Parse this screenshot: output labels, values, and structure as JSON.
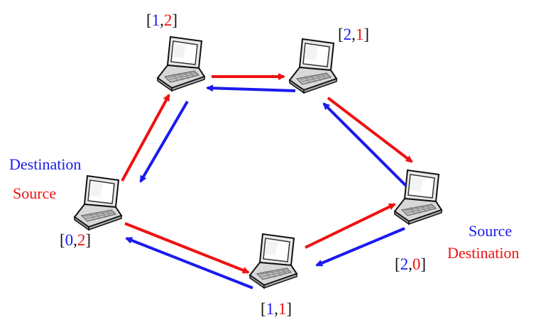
{
  "colors": {
    "blue": "#1a1aee",
    "red": "#ee1111",
    "ink": "#111111"
  },
  "nodes": [
    {
      "id": "n12",
      "coord_open": "[",
      "coord_a": "1",
      "coord_sep": ",",
      "coord_b": "2",
      "coord_close": "]"
    },
    {
      "id": "n21",
      "coord_open": "[",
      "coord_a": "2",
      "coord_sep": ",",
      "coord_b": "1",
      "coord_close": "]"
    },
    {
      "id": "n02",
      "coord_open": "[",
      "coord_a": "0",
      "coord_sep": ",",
      "coord_b": "2",
      "coord_close": "]"
    },
    {
      "id": "n11",
      "coord_open": "[",
      "coord_a": "1",
      "coord_sep": ",",
      "coord_b": "1",
      "coord_close": "]"
    },
    {
      "id": "n20",
      "coord_open": "[",
      "coord_a": "2",
      "coord_sep": ",",
      "coord_b": "0",
      "coord_close": "]"
    }
  ],
  "left_labels": {
    "destination": "Destination",
    "source": "Source"
  },
  "right_labels": {
    "source": "Source",
    "destination": "Destination"
  },
  "icons": {
    "node": "laptop-icon",
    "red_link": "red-arrow",
    "blue_link": "blue-arrow"
  }
}
